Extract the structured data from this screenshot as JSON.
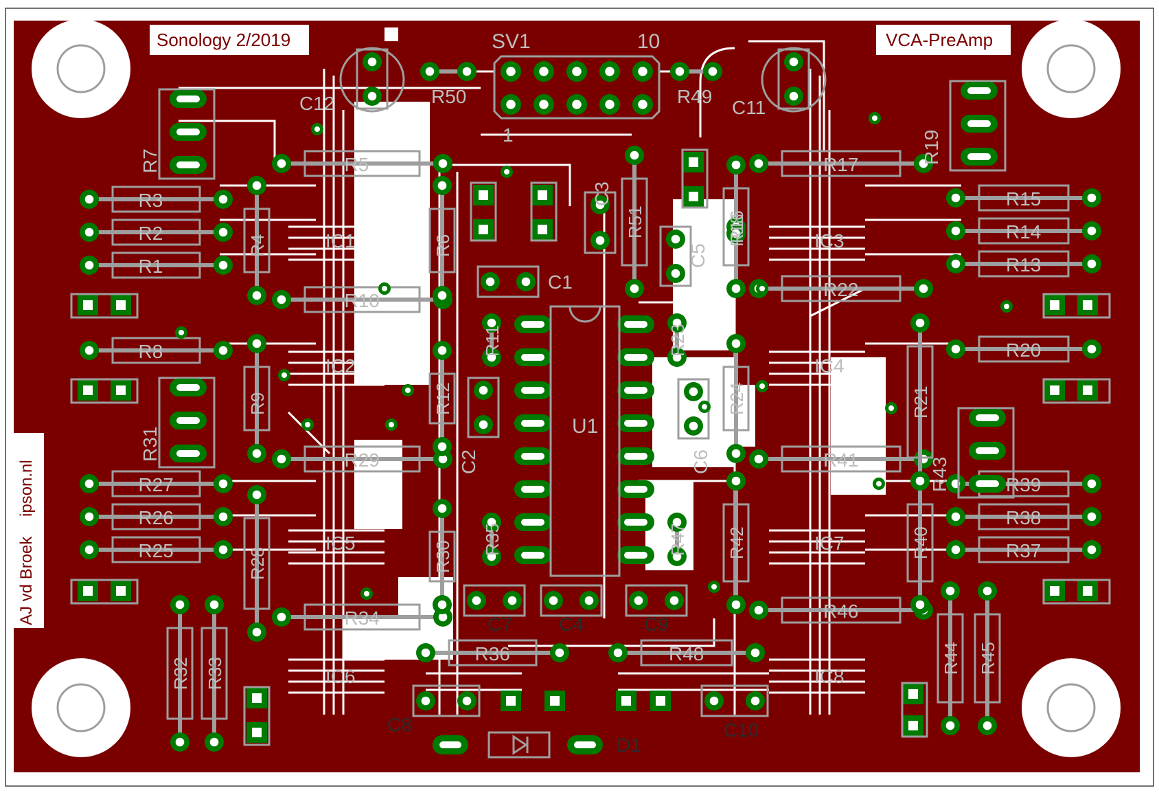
{
  "board": {
    "title_left": "Sonology 2/2019",
    "title_right": "VCA-PreAmp",
    "vertical_left_1": "AJ vd Broek",
    "vertical_left_2": "ipson.nl"
  },
  "colors": {
    "copper": "#7a0000",
    "outline": "#9e9e9e",
    "pad": "#007a00",
    "label_light": "#bdbdbd",
    "label_dark": "#2b2b2b",
    "text_red": "#7a0000",
    "background": "#ffffff"
  },
  "connector": {
    "name": "SV1",
    "pin_first": "1",
    "pin_last": "10"
  },
  "ic_main": {
    "name": "U1"
  },
  "ic_labels": [
    "IC1",
    "IC2",
    "IC5",
    "IC6",
    "IC3",
    "IC4",
    "IC7",
    "IC8"
  ],
  "resistors": [
    "R3",
    "R2",
    "R1",
    "R8",
    "R27",
    "R26",
    "R25",
    "R5",
    "R10",
    "R29",
    "R34",
    "R36",
    "R48",
    "R17",
    "R22",
    "R41",
    "R46",
    "R15",
    "R14",
    "R13",
    "R20",
    "R39",
    "R38",
    "R37",
    "R4",
    "R9",
    "R28",
    "R6",
    "R12",
    "R30",
    "R11",
    "R35",
    "R16",
    "R18",
    "R23",
    "R24",
    "R42",
    "R47",
    "R21",
    "R40",
    "R32",
    "R33",
    "R44",
    "R45",
    "R50",
    "R49",
    "R51"
  ],
  "trimmers": [
    "R7",
    "R31",
    "R19",
    "R43"
  ],
  "capacitors": [
    "C1",
    "C2",
    "C3",
    "C4",
    "C5",
    "C6",
    "C7",
    "C8",
    "C9",
    "C10",
    "C11",
    "C12"
  ],
  "diodes": [
    "D1"
  ]
}
